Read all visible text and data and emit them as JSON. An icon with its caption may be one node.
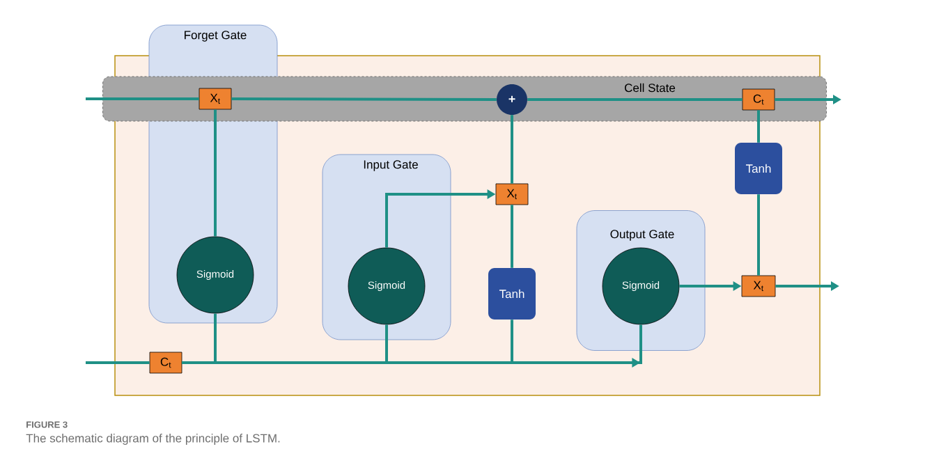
{
  "diagram": {
    "caption": "The schematic diagram of the principle of LSTM.",
    "nodes": [
      {
        "text": [
          "Forget Gate"
        ]
      },
      {
        "text": [
          "Sigmoid"
        ],
        "in": 0
      },
      {
        "text": [
          "X$_{t}$"
        ]
      },
      {
        "text": [
          "Cell State"
        ]
      },
      {
        "text": [
          "+"
        ],
        "in": 3
      },
      {
        "text": [
          "C$_{t}$"
        ],
        "in": 3
      },
      {
        "text": [
          "Input Gate"
        ]
      },
      {
        "text": [
          "Sigmoid"
        ],
        "in": 6
      },
      {
        "text": [
          "X$_{t}$"
        ]
      },
      {
        "text": [
          "Tanh"
        ]
      },
      {
        "text": [
          "Output Gate"
        ]
      },
      {
        "text": [
          "Sigmoid"
        ],
        "in": 10
      },
      {
        "text": [
          "Tanh"
        ]
      },
      {
        "text": [
          "X$_{t}$"
        ]
      },
      {
        "text": [
          "C$_{t}$"
        ]
      }
    ],
    "edges": [
      {
        "from": null,
        "to": 2,
        "arrow": "none"
      },
      {
        "from": 2,
        "to": 4,
        "arrow": "none"
      },
      {
        "from": 4,
        "to": 5,
        "arrow": "none"
      },
      {
        "from": 5,
        "to": null,
        "arrow": "to"
      },
      {
        "from": 1,
        "to": 2,
        "arrow": "none"
      },
      {
        "from": null,
        "to": 14,
        "arrow": "none"
      },
      {
        "from": 14,
        "to": 1,
        "arrow": "none"
      },
      {
        "from": 14,
        "to": 7,
        "arrow": "none"
      },
      {
        "from": 14,
        "to": 9,
        "arrow": "none"
      },
      {
        "from": 14,
        "to": 11,
        "arrow": "to"
      },
      {
        "from": 7,
        "to": 8,
        "arrow": "to"
      },
      {
        "from": 9,
        "to": 8,
        "arrow": "none"
      },
      {
        "from": 8,
        "to": 4,
        "arrow": "none"
      },
      {
        "from": 5,
        "to": 12,
        "arrow": "none"
      },
      {
        "from": 12,
        "to": 13,
        "arrow": "none"
      },
      {
        "from": 11,
        "to": 13,
        "arrow": "to"
      },
      {
        "from": 13,
        "to": null,
        "arrow": "to"
      }
    ],
    "labels": [
      "FIGURE 3"
    ]
  }
}
